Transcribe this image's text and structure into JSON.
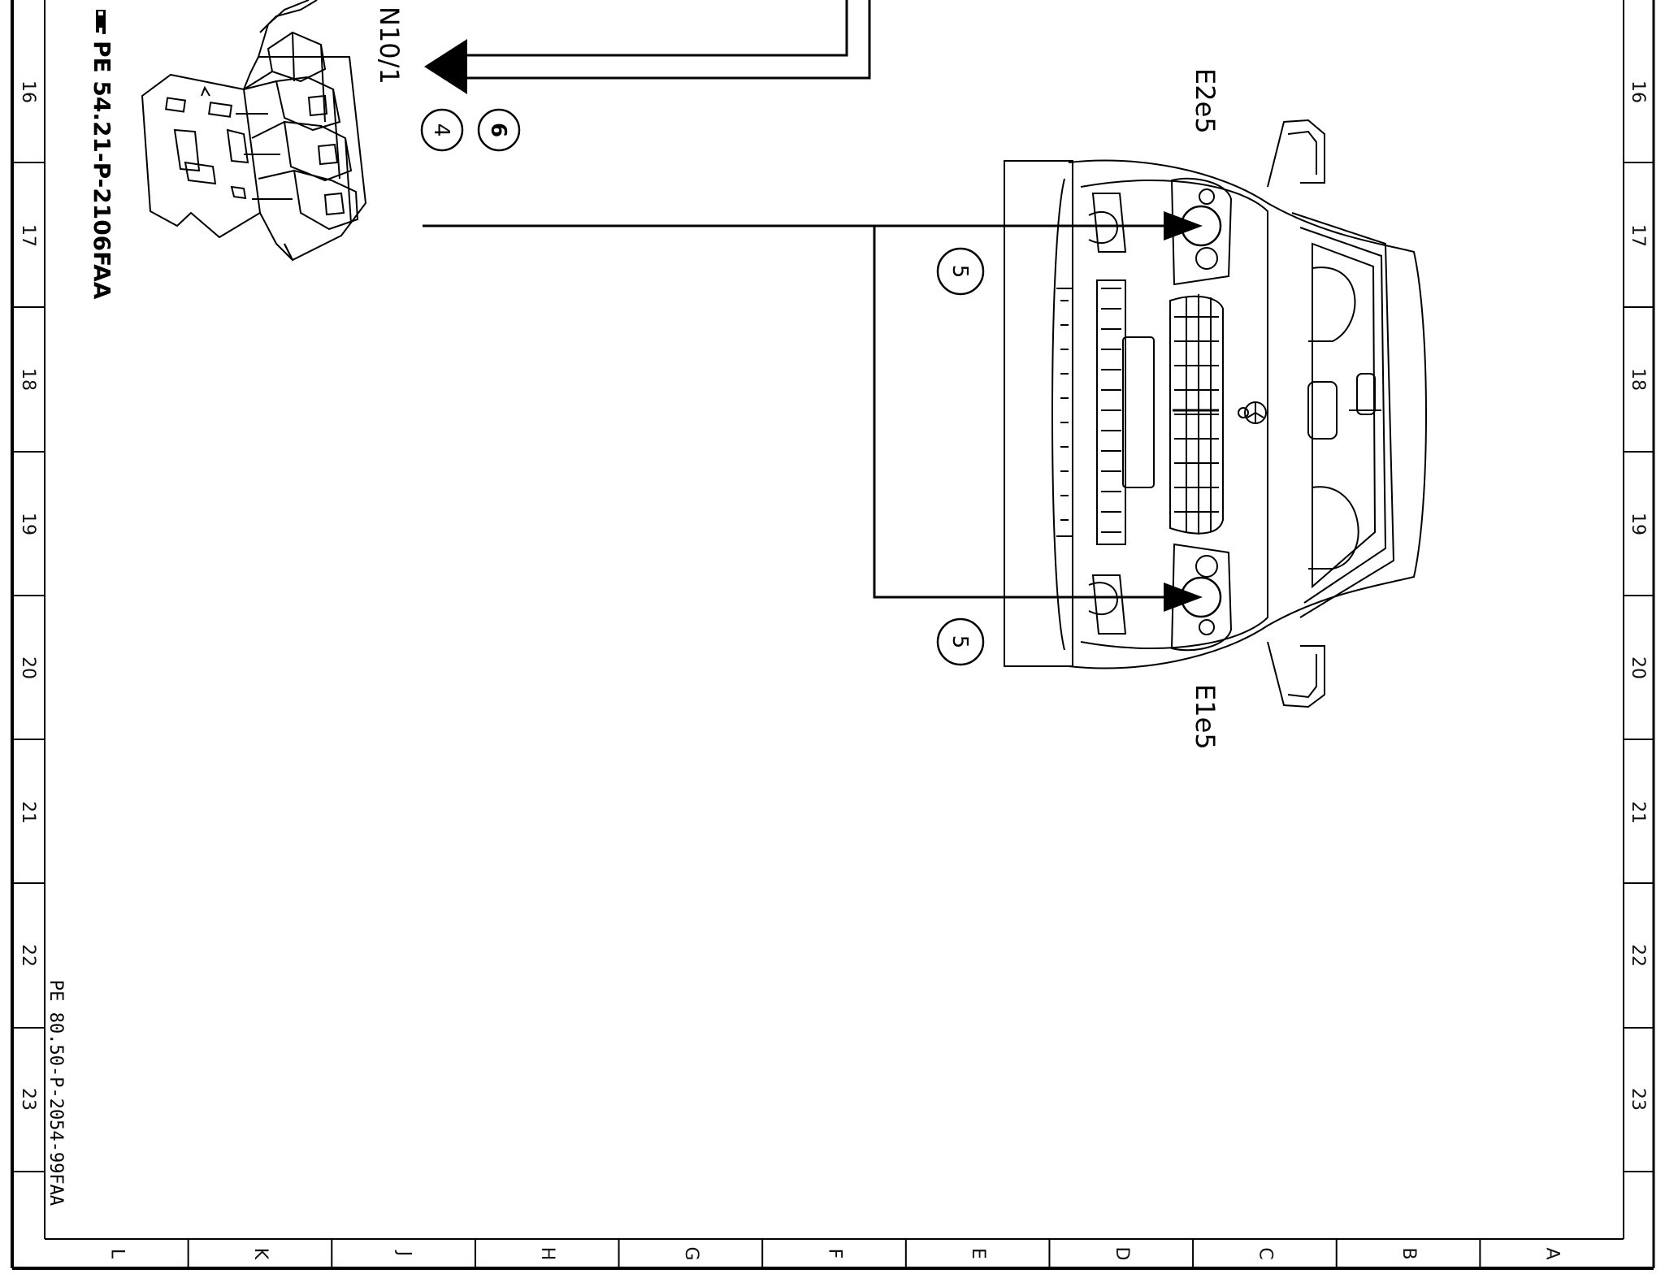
{
  "diagram": {
    "reference_top": "PE 54.21-P-2106FAA",
    "reference_bottom": "PE 80.50-P-2054-99FAA",
    "component_module": "N10/1",
    "component_right_lamp": "E2e5",
    "component_left_lamp": "E1e5",
    "pin_a": "6",
    "pin_b": "4",
    "wire_upper": "5",
    "wire_lower": "5"
  },
  "grid": {
    "row_labels": [
      "16",
      "17",
      "18",
      "19",
      "20",
      "21",
      "22",
      "23"
    ],
    "column_labels": [
      "L",
      "K",
      "J",
      "H",
      "G",
      "F",
      "E",
      "D",
      "C",
      "B",
      "A"
    ]
  },
  "icons": {
    "reference": "hand-pointer-icon"
  }
}
